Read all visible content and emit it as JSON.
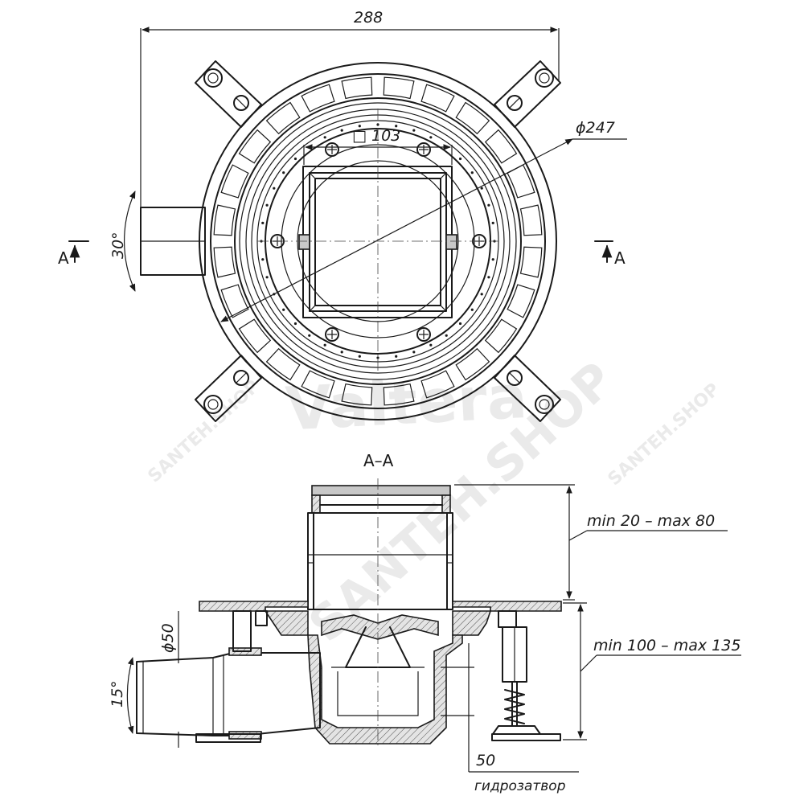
{
  "dimensions": {
    "overall_width": "288",
    "ring_diameter": "ϕ247",
    "grate_square_symbol": "□",
    "grate_square": "103",
    "outlet_angle_top": "30°",
    "outlet_diameter": "ϕ50",
    "outlet_angle_side": "15°",
    "grate_height_range": "min 20 – max 80",
    "body_height_range": "min 100 – max 135",
    "water_seal_value": "50",
    "water_seal_label": "гидрозатвор"
  },
  "section": {
    "title": "A–A",
    "marker_left": "A",
    "marker_right": "A"
  },
  "watermarks": {
    "brand": "Valtera",
    "shop": "SANTEH.SHOP"
  }
}
